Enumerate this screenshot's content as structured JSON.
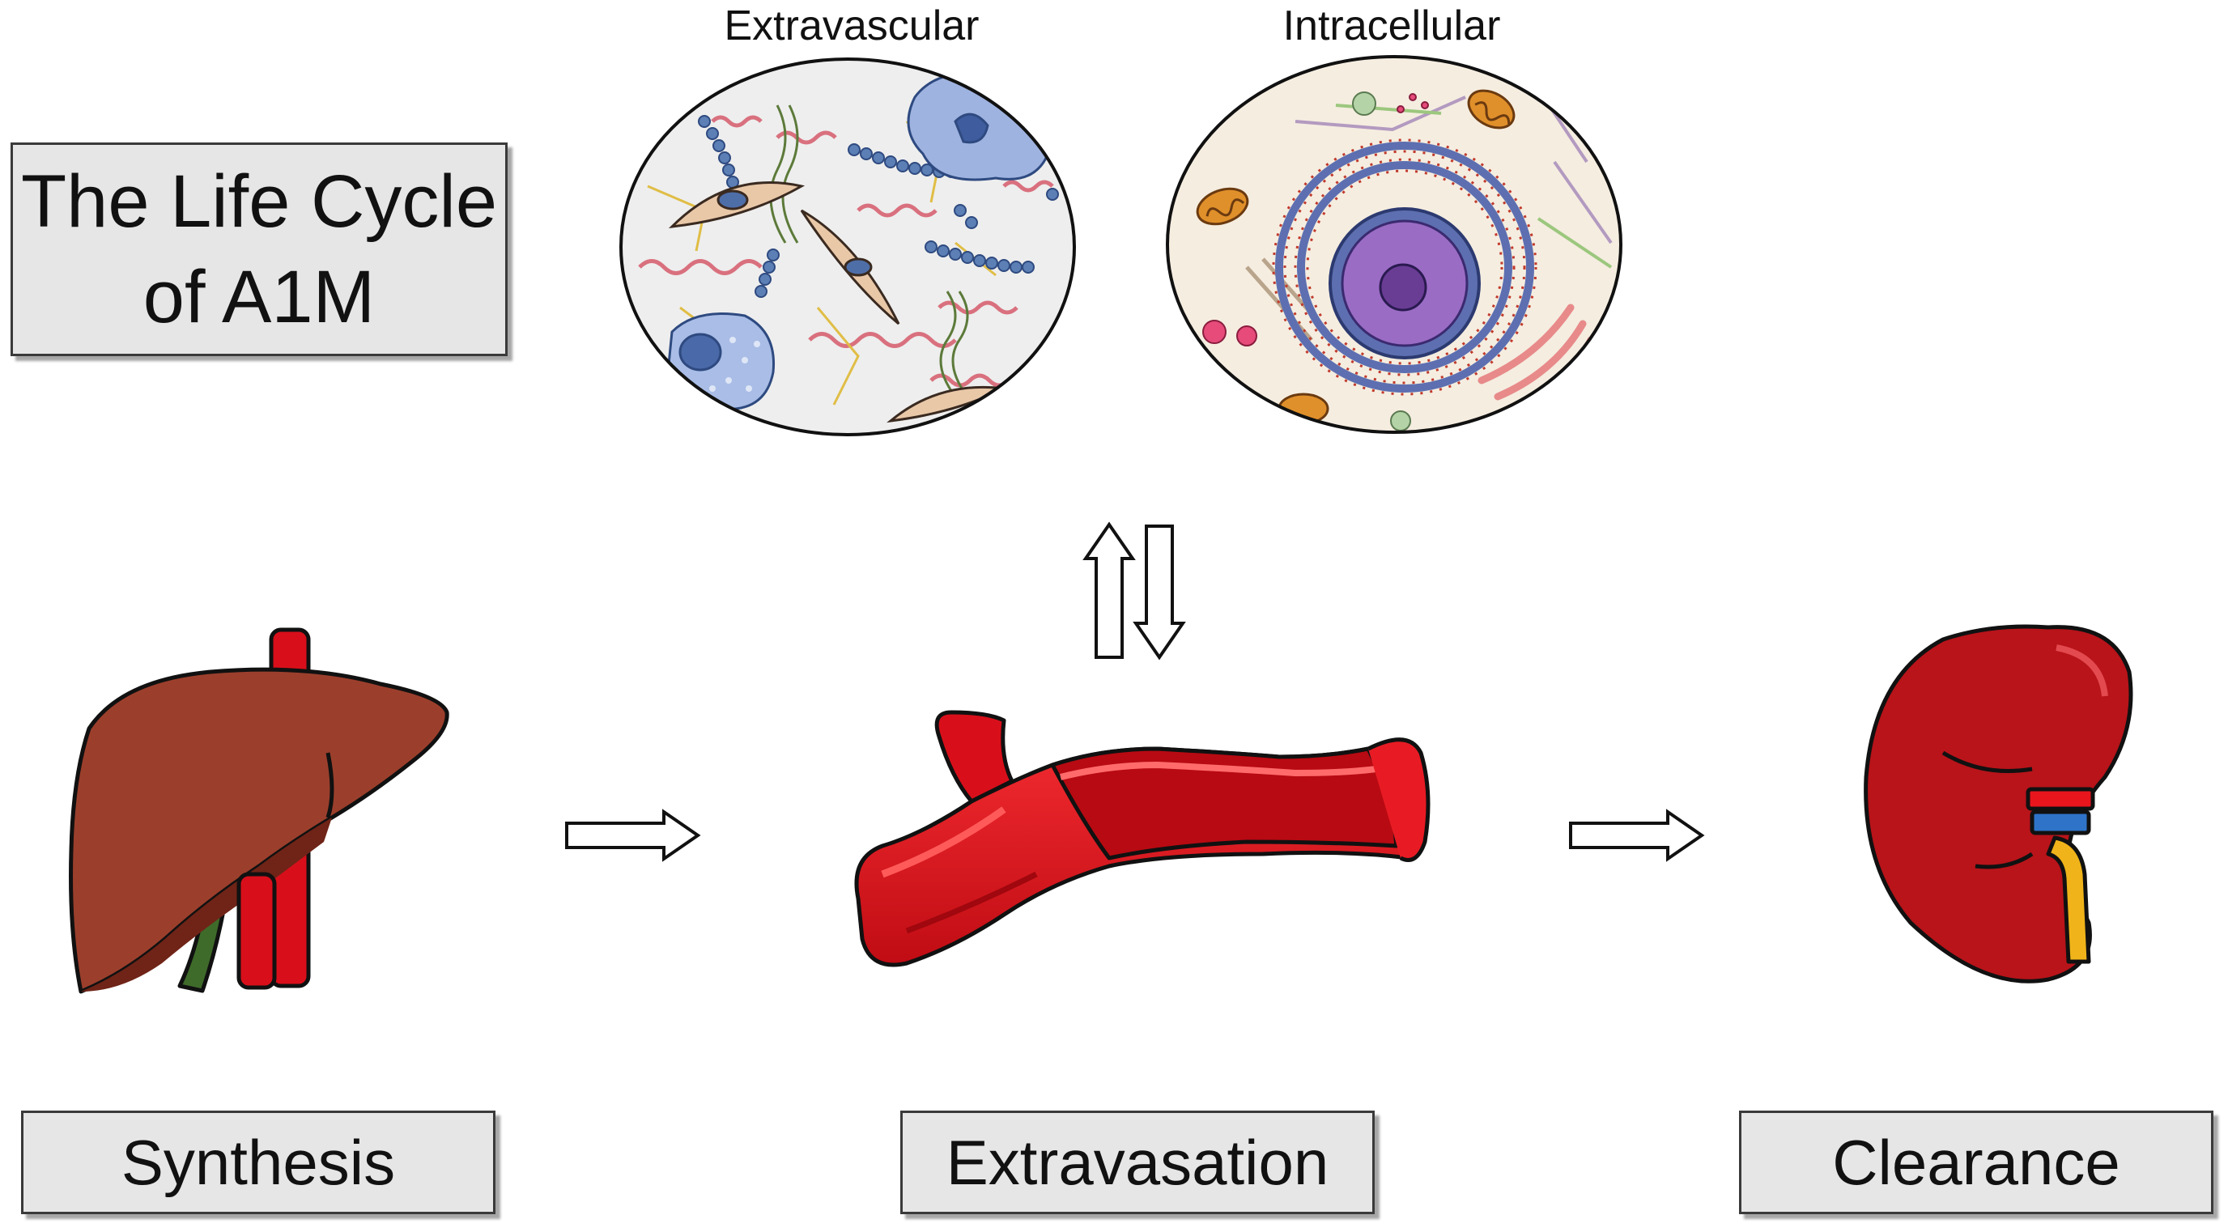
{
  "title": {
    "line1": "The Life Cycle",
    "line2": "of A1M"
  },
  "views": [
    {
      "label": "Extravascular"
    },
    {
      "label": "Intracellular"
    }
  ],
  "stages": [
    {
      "label": "Synthesis",
      "organ": "liver"
    },
    {
      "label": "Extravasation",
      "organ": "blood-vessel"
    },
    {
      "label": "Clearance",
      "organ": "kidney"
    }
  ],
  "colors": {
    "liver": "#9b3f2c",
    "vessel": "#d80f1a",
    "kidney": "#b8141a",
    "gallbladder": "#3f6b2a",
    "ureter": "#f0b41a",
    "vein": "#2e73c8",
    "box_fill": "#e6e6e6"
  }
}
